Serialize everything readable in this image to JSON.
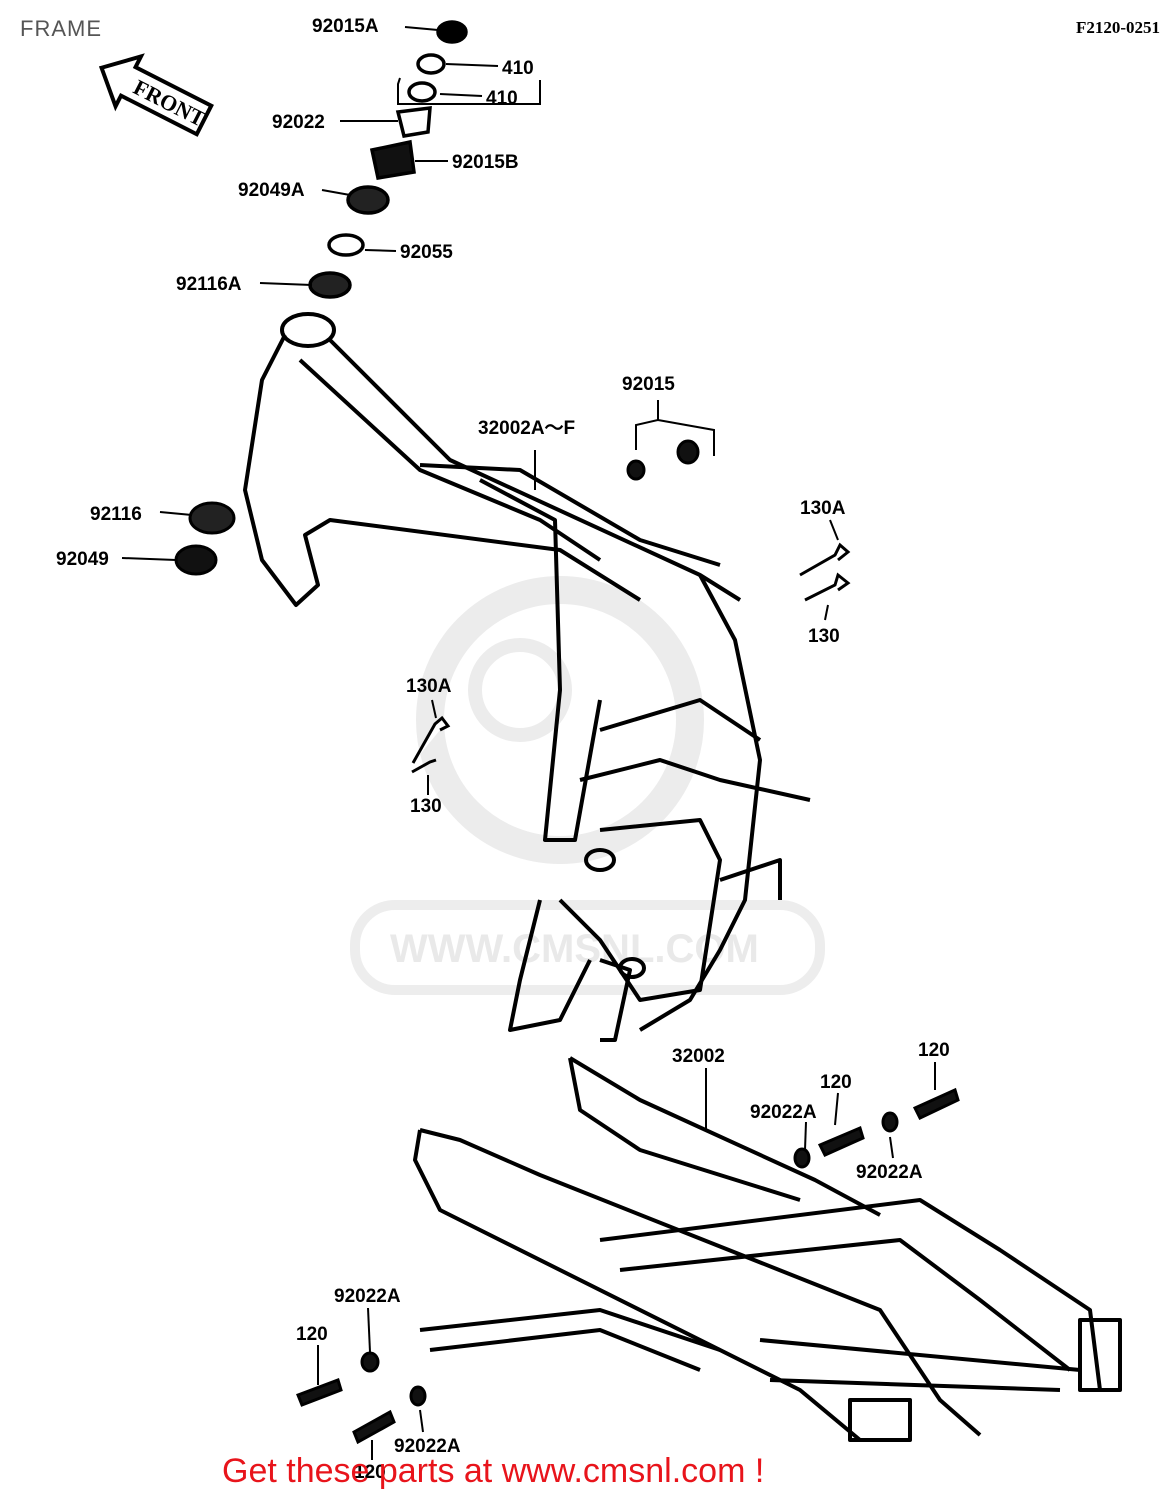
{
  "page": {
    "title": "FRAME",
    "diagram_code": "F2120-0251",
    "cta_text": "Get these parts at www.cmsnl.com !"
  },
  "front_arrow": "FRONT",
  "watermark": "WWW.CMSNL.COM",
  "parts": {
    "p92015A": "92015A",
    "p410a": "410",
    "p410b": "410",
    "p92022": "92022",
    "p92015B": "92015B",
    "p92049A": "92049A",
    "p92055": "92055",
    "p92116A": "92116A",
    "p92015": "92015",
    "p32002AF": "32002A～F",
    "p92116": "92116",
    "p92049": "92049",
    "p130A_r": "130A",
    "p130_r": "130",
    "p130A_l": "130A",
    "p130_l": "130",
    "p32002": "32002",
    "p120_a": "120",
    "p120_b": "120",
    "p92022A_a": "92022A",
    "p92022A_b": "92022A",
    "p92022A_c": "92022A",
    "p120_c": "120",
    "p92022A_d": "92022A",
    "p120_d": "120"
  },
  "colors": {
    "cta": "#e8141b",
    "ink": "#000000",
    "watermark": "#e9e9e9"
  }
}
